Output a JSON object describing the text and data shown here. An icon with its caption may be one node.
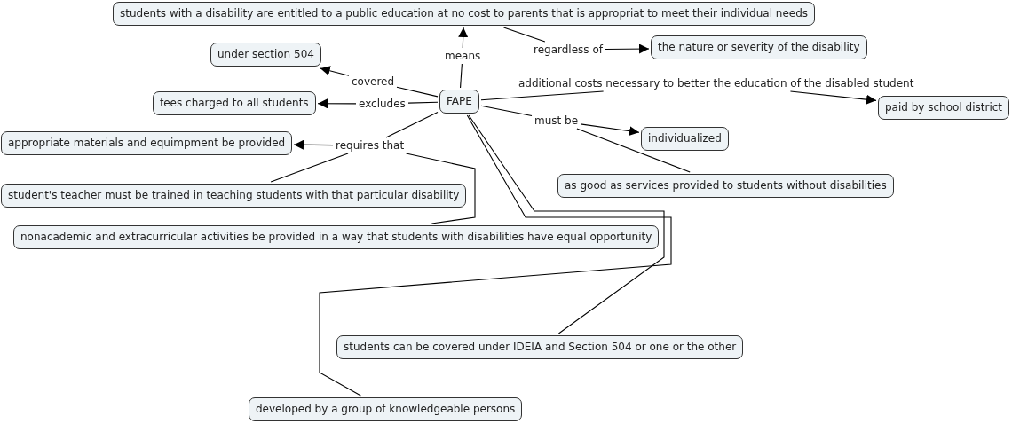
{
  "diagram": {
    "nodes": [
      {
        "text": [
          "students with a disability are entitled to a public education at no cost to parents that is appropriat to meet their individual needs"
        ]
      },
      {
        "text": [
          "means"
        ]
      },
      {
        "text": [
          "regardless of"
        ]
      },
      {
        "text": [
          "the nature or severity of the disability"
        ]
      },
      {
        "text": [
          "under section 504"
        ]
      },
      {
        "text": [
          "covered"
        ]
      },
      {
        "text": [
          "FAPE"
        ]
      },
      {
        "text": [
          "fees charged to all students"
        ]
      },
      {
        "text": [
          "excludes"
        ]
      },
      {
        "text": [
          "additional costs necessary to better the education of the disabled student"
        ]
      },
      {
        "text": [
          "paid by school district"
        ]
      },
      {
        "text": [
          "appropriate materials and equimpment be provided"
        ]
      },
      {
        "text": [
          "requires that"
        ]
      },
      {
        "text": [
          "must be"
        ]
      },
      {
        "text": [
          "individualized"
        ]
      },
      {
        "text": [
          "student's teacher must be trained in teaching students with that particular disability"
        ]
      },
      {
        "text": [
          "as good as services provided to students without disabilities"
        ]
      },
      {
        "text": [
          "nonacademic and extracurricular activities be provided in a way that students with disabilities have equal opportunity"
        ]
      },
      {
        "text": [
          "students can be covered under IDEIA and Section 504 or one or the other"
        ]
      },
      {
        "text": [
          "developed by a group of knowledgeable persons"
        ]
      }
    ],
    "edges": [
      {
        "from": 6,
        "to": 1,
        "arrow": "none"
      },
      {
        "from": 1,
        "to": 0,
        "arrow": "to"
      },
      {
        "from": 0,
        "to": 2,
        "arrow": "none"
      },
      {
        "from": 2,
        "to": 3,
        "arrow": "to"
      },
      {
        "from": 6,
        "to": 5,
        "arrow": "none"
      },
      {
        "from": 5,
        "to": 4,
        "arrow": "to"
      },
      {
        "from": 6,
        "to": 8,
        "arrow": "none"
      },
      {
        "from": 8,
        "to": 7,
        "arrow": "to"
      },
      {
        "from": 6,
        "to": 9,
        "arrow": "none"
      },
      {
        "from": 9,
        "to": 10,
        "arrow": "to"
      },
      {
        "from": 6,
        "to": 13,
        "arrow": "none"
      },
      {
        "from": 13,
        "to": 14,
        "arrow": "to"
      },
      {
        "from": 13,
        "to": 16,
        "arrow": "none"
      },
      {
        "from": 6,
        "to": 12,
        "arrow": "none"
      },
      {
        "from": 12,
        "to": 11,
        "arrow": "to"
      },
      {
        "from": 12,
        "to": 15,
        "arrow": "none"
      },
      {
        "from": 12,
        "to": 17,
        "arrow": "none"
      },
      {
        "from": 6,
        "to": 19,
        "arrow": "none"
      },
      {
        "from": 6,
        "to": 18,
        "arrow": "none"
      }
    ]
  }
}
